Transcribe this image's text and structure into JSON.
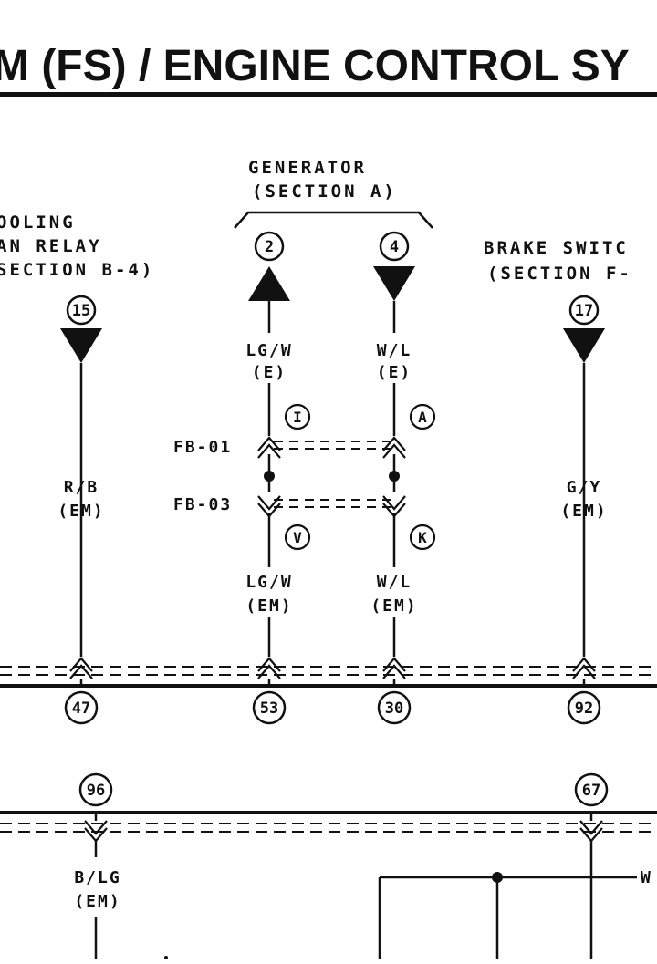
{
  "title": "M (FS) / ENGINE CONTROL SY",
  "components": {
    "generator": {
      "name": "GENERATOR",
      "section": "(SECTION A)"
    },
    "cooling_fan_relay": {
      "line1": "OOLING",
      "line2": "AN RELAY",
      "line3": "SECTION B-4)"
    },
    "brake_switch": {
      "name": "BRAKE SWITC",
      "section": "(SECTION F-"
    }
  },
  "pins": {
    "gen_2": "2",
    "gen_4": "4",
    "fan_15": "15",
    "brake_17": "17",
    "p47": "47",
    "p53": "53",
    "p30": "30",
    "p92": "92",
    "p96": "96",
    "p67": "67"
  },
  "wires": {
    "w_fan": {
      "color": "R/B",
      "harness": "(EM)"
    },
    "w_lgw_top": {
      "color": "LG/W",
      "harness": "(E)"
    },
    "w_wl_top": {
      "color": "W/L",
      "harness": "(E)"
    },
    "w_lgw_bot": {
      "color": "LG/W",
      "harness": "(EM)"
    },
    "w_wl_bot": {
      "color": "W/L",
      "harness": "(EM)"
    },
    "w_gy": {
      "color": "G/Y",
      "harness": "(EM)"
    },
    "w_blg": {
      "color": "B/LG",
      "harness": "(EM)"
    },
    "w_right": "W"
  },
  "connectors": {
    "fb01": "FB-01",
    "fb03": "FB-03"
  },
  "terminals": {
    "i": "I",
    "a": "A",
    "v": "V",
    "k": "K"
  }
}
